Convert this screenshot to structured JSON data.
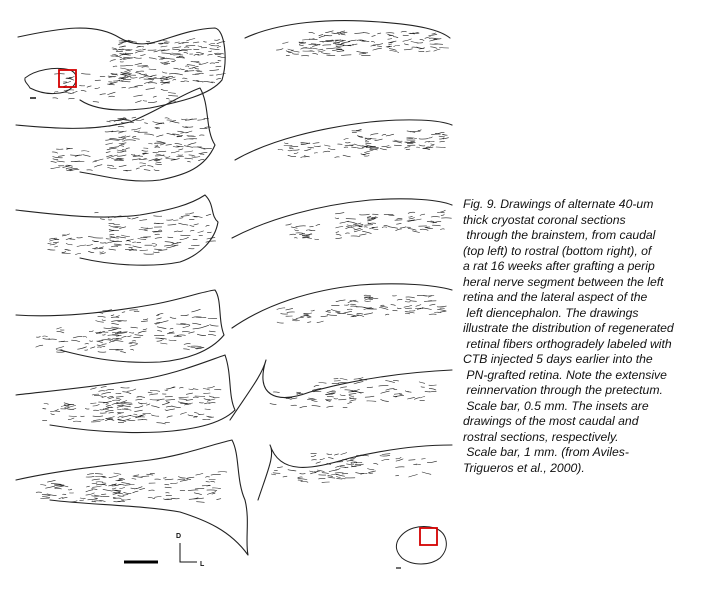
{
  "figure": {
    "caption_lines": [
      "Fig. 9. Drawings of alternate 40-um",
      "thick cryostat coronal sections",
      " through the brainstem, from caudal",
      "(top left) to rostral (bottom right), of",
      "a rat 16 weeks after grafting a perip",
      "heral nerve segment between the left",
      "retina and the lateral aspect of the",
      " left diencephalon. The drawings",
      "illustrate the distribution of regenerated",
      " retinal fibers orthogradely labeled with",
      "CTB injected 5 days earlier into the",
      " PN-grafted retina. Note the extensive",
      " reinnervation through the pretectum.",
      " Scale bar, 0.5 mm. The insets are",
      "drawings of the most caudal and",
      "rostral sections, respectively.",
      " Scale bar, 1 mm. (from Aviles-",
      "Trigueros et al., 2000)."
    ],
    "orientation": {
      "dorsal": "D",
      "lateral": "L"
    },
    "inset_box_color": "#d40000",
    "line_color": "#222222"
  }
}
